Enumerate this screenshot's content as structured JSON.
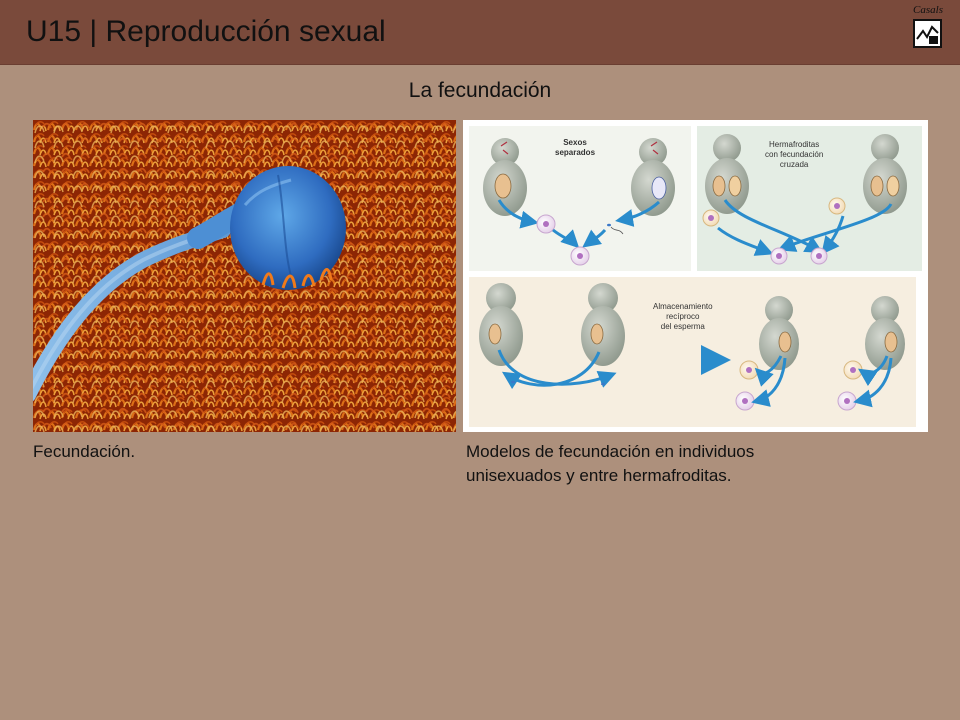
{
  "header": {
    "title": "U15 | Reproducción sexual",
    "logo_text": "Casals"
  },
  "slide": {
    "title": "La fecundación"
  },
  "images": {
    "left_caption": "Fecundación.",
    "right_caption_line1": "Modelos de fecundación en individuos",
    "right_caption_line2": "unisexuados y entre hermafroditas."
  },
  "diagram": {
    "label_separated_1": "Sexos",
    "label_separated_2": "separados",
    "label_herma_1": "Hermafroditas",
    "label_herma_2": "con fecundación",
    "label_herma_3": "cruzada",
    "label_storage_1": "Almacenamiento",
    "label_storage_2": "recíproco",
    "label_storage_3": "del esperma"
  },
  "colors": {
    "header_bg": "#7a4a3b",
    "page_bg": "#ad907c",
    "arrow_blue": "#2a8ccc",
    "sperm_blue": "#3b78c8",
    "egg_pink": "#c8a6cf"
  }
}
